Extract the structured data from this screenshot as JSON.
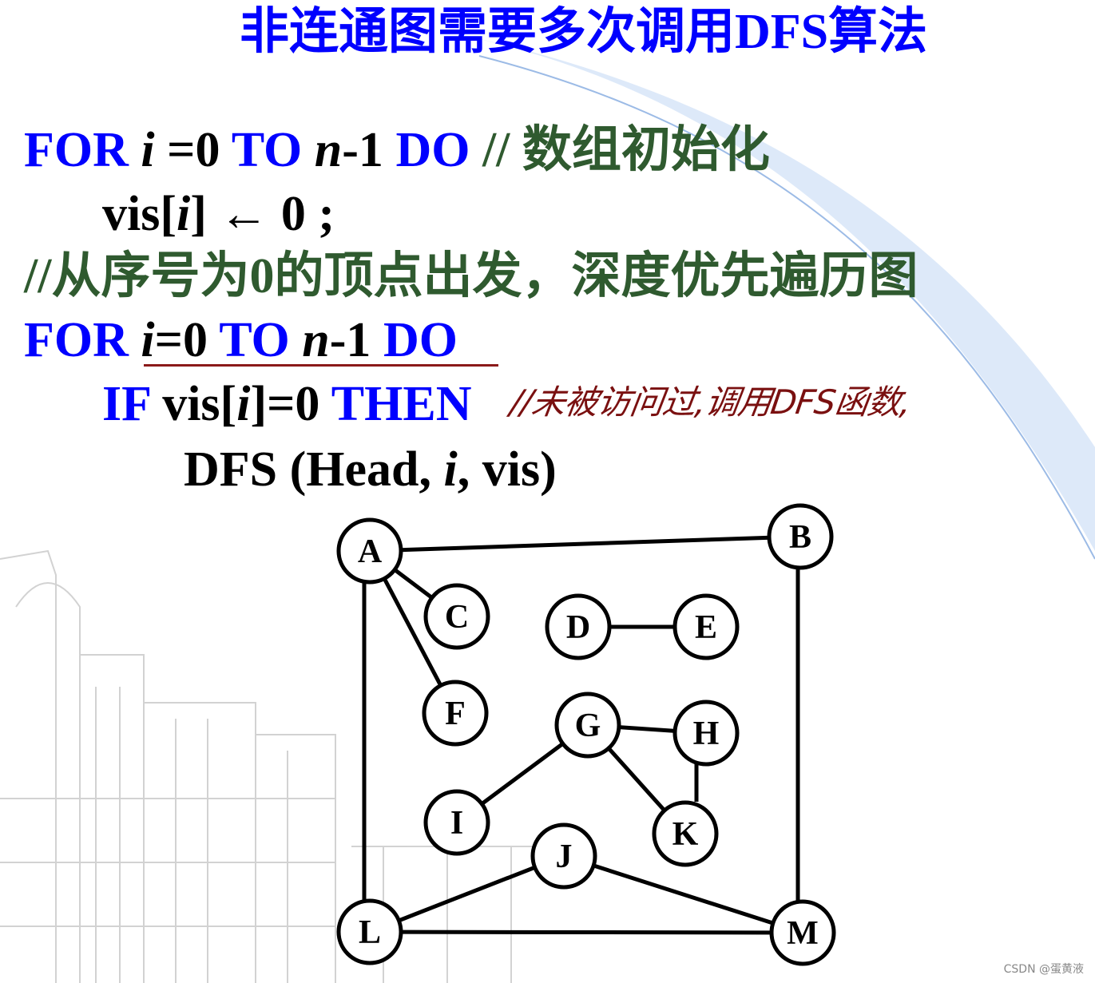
{
  "title": "非连通图需要多次调用DFS算法",
  "code": {
    "line1": {
      "kw_for": "FOR",
      "var_i": "i",
      "eq0": " =0 ",
      "kw_to": "TO",
      "var_n": "n",
      "minus1": "-1 ",
      "kw_do": "DO",
      "comment": " // 数组初始化"
    },
    "line2": {
      "pre": "vis[",
      "var_i": "i",
      "post": "] ← 0 ;"
    },
    "line3": {
      "comment": "//从序号为0的顶点出发，深度优先遍历图"
    },
    "line4": {
      "kw_for": "FOR",
      "var_i": "i",
      "eq0": "=0 ",
      "kw_to": "TO",
      "var_n": "n",
      "minus1": "-1 ",
      "kw_do": "DO"
    },
    "line5": {
      "kw_if": "IF",
      "pre": " vis[",
      "var_i": "i",
      "post": "]=0 ",
      "kw_then": "THEN"
    },
    "line6": {
      "pre": "DFS (Head, ",
      "var_i": "i",
      "post": ", vis)"
    },
    "handwritten_note": "//未被访问过,调用DFS函数,"
  },
  "graph": {
    "nodes": [
      "A",
      "B",
      "C",
      "D",
      "E",
      "F",
      "G",
      "H",
      "I",
      "J",
      "K",
      "L",
      "M"
    ],
    "edges": [
      [
        "A",
        "B"
      ],
      [
        "A",
        "C"
      ],
      [
        "A",
        "F"
      ],
      [
        "A",
        "L"
      ],
      [
        "B",
        "M"
      ],
      [
        "D",
        "E"
      ],
      [
        "G",
        "H"
      ],
      [
        "G",
        "K"
      ],
      [
        "G",
        "I"
      ],
      [
        "H",
        "K"
      ],
      [
        "J",
        "L"
      ],
      [
        "J",
        "M"
      ],
      [
        "L",
        "M"
      ]
    ]
  },
  "credit": "CSDN @蛋黄液",
  "colors": {
    "keyword": "#0000ff",
    "comment": "#2f5a2f",
    "handwriting": "#7a1010",
    "underline": "#8b1a1a"
  }
}
